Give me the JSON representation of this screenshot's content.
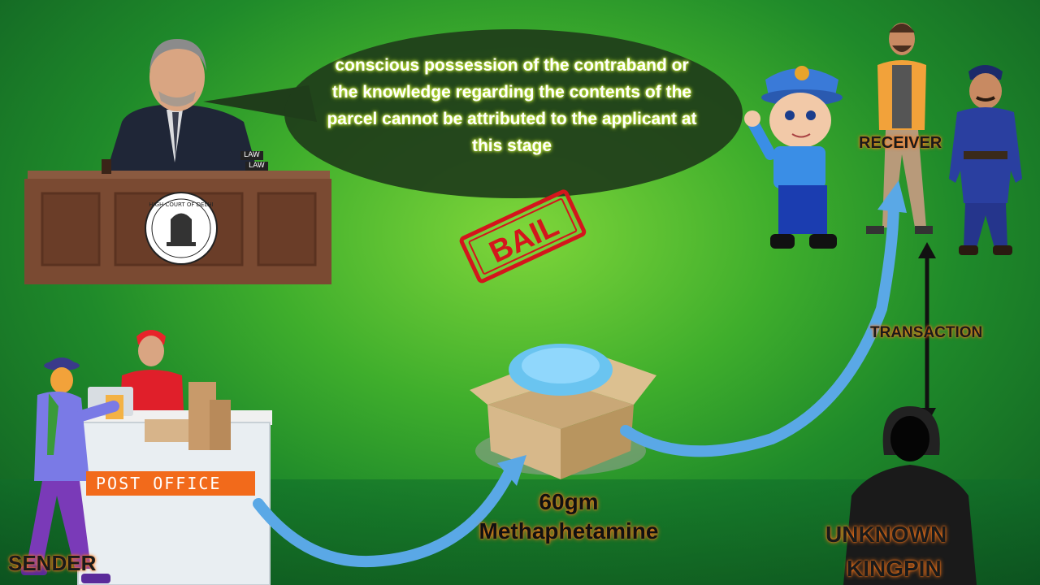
{
  "speech": {
    "text": "conscious possession of the contraband or the knowledge regarding the contents of the parcel cannot be attributed to the applicant at this stage"
  },
  "stamp": {
    "text": "BAIL",
    "color": "#d4151c"
  },
  "labels": {
    "receiver": "RECEIVER",
    "transaction": "TRANSACTION",
    "sender": "SENDER",
    "kingpin_line1": "UNKNOWN",
    "kingpin_line2": "KINGPIN",
    "post_office": "POST OFFICE",
    "drug_line1": "60gm",
    "drug_line2": "Methaphetamine",
    "law_tag_1": "LAW",
    "law_tag_2": "LAW",
    "court_seal": "HIGH COURT OF DELHI"
  },
  "colors": {
    "arrow": "#5aa8e6",
    "glow": "#ff7a1a",
    "bubble": "#1f3d1a",
    "bench": "#7a4a32"
  }
}
